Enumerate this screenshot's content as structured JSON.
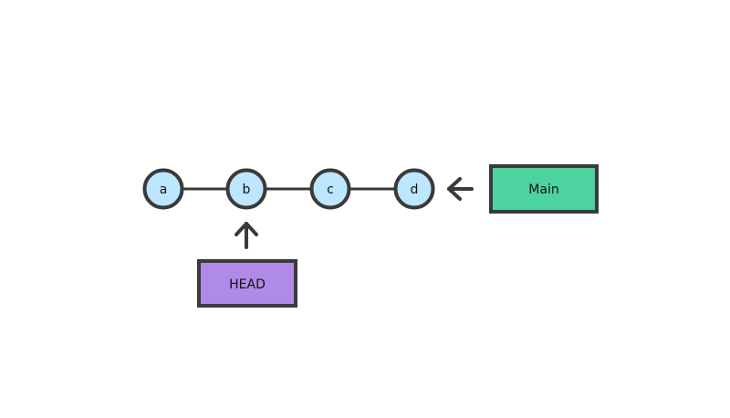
{
  "colors": {
    "stroke": "#3a3a3a",
    "commit_fill": "#bde6ff",
    "main_fill": "#4dd39f",
    "head_fill": "#b08ae8",
    "background": "#ffffff"
  },
  "commits": [
    {
      "label": "a"
    },
    {
      "label": "b"
    },
    {
      "label": "c"
    },
    {
      "label": "d"
    }
  ],
  "branches": {
    "main": {
      "label": "Main",
      "points_to": "d"
    },
    "head": {
      "label": "HEAD",
      "points_to": "b"
    }
  }
}
